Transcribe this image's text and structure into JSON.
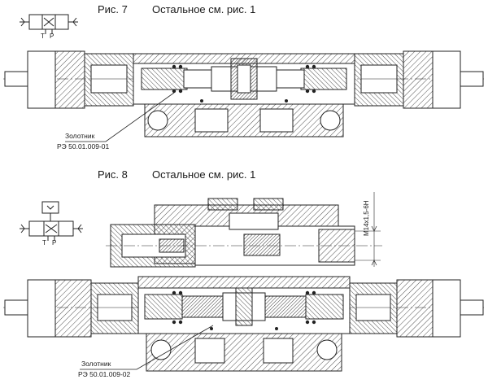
{
  "figure7": {
    "label": "Рис. 7",
    "note": "Остальное см. рис. 1",
    "symbol_ports": [
      "T",
      "P"
    ],
    "part_name": "Золотник",
    "part_number": "РЭ 50.01.009-01"
  },
  "figure8": {
    "label": "Рис. 8",
    "note": "Остальное см. рис. 1",
    "symbol_ports": [
      "T",
      "P"
    ],
    "part_name": "Золотник",
    "part_number": "РЭ 50.01.009-02",
    "thread_callout": "M14x1,5-6H"
  }
}
